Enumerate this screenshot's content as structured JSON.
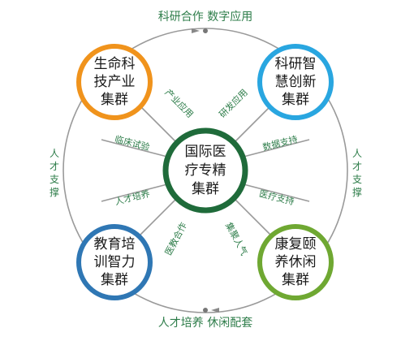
{
  "outer_ring": {
    "top_label": "科研合作  数字应用",
    "bottom_label": "人才培养  休闲配套",
    "left_label_chars": [
      "人",
      "才",
      "支",
      "撑"
    ],
    "right_label_chars": [
      "人",
      "才",
      "支",
      "撑"
    ]
  },
  "center": {
    "lines": [
      "国际医",
      "疗专精",
      "集群"
    ],
    "color": "#1f6b3a"
  },
  "clusters": {
    "top_left": {
      "lines": [
        "生命科",
        "技产业",
        "集群"
      ],
      "color": "#f0931c"
    },
    "top_right": {
      "lines": [
        "科研智",
        "慧创新",
        "集群"
      ],
      "color": "#29a6e0"
    },
    "bottom_left": {
      "lines": [
        "教育培",
        "训智力",
        "集群"
      ],
      "color": "#2f77b4"
    },
    "bottom_right": {
      "lines": [
        "康复颐",
        "养休闲",
        "集群"
      ],
      "color": "#6fa832"
    }
  },
  "spoke_labels": {
    "industry_application": "产业应用",
    "clinical_trial": "临床试验",
    "rd_application": "研发应用",
    "data_support": "数据支持",
    "talent_training": "人才培养",
    "medical_education": "医教合作",
    "medical_support": "医疗支持",
    "popularity": "集聚人气"
  }
}
